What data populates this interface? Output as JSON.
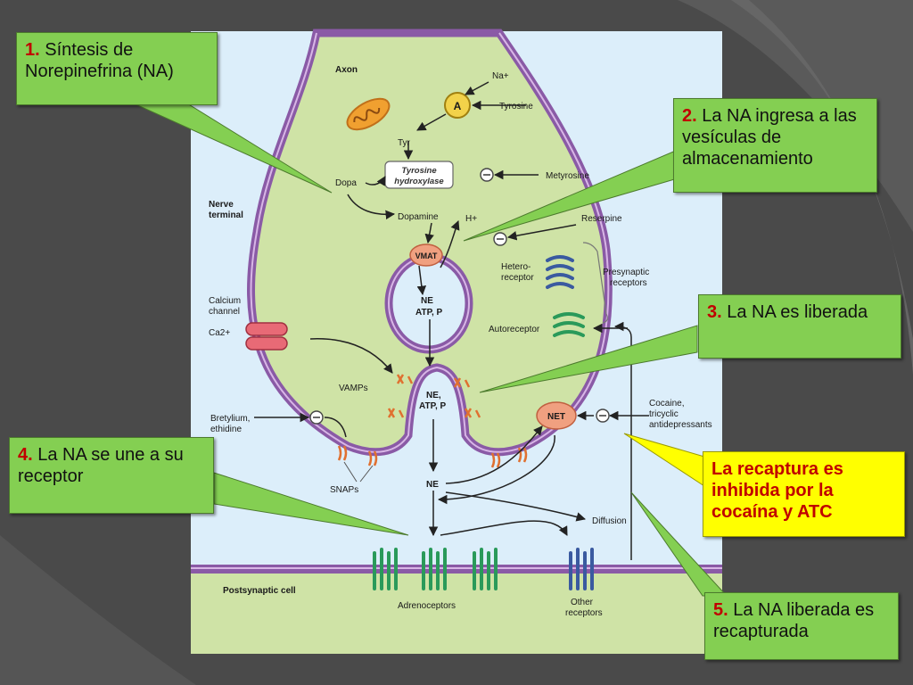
{
  "callouts": [
    {
      "num": "1.",
      "text": "Síntesis de Norepinefrina (NA)"
    },
    {
      "num": "2.",
      "text": "La NA ingresa a las vesículas de almacenamiento"
    },
    {
      "num": "3.",
      "text": "La NA es liberada"
    },
    {
      "num": "4.",
      "text": "La NA se une a su receptor"
    },
    {
      "num": "",
      "text": "La recaptura es inhibida por la cocaína y ATC"
    },
    {
      "num": "5.",
      "text": "La NA liberada es recapturada"
    }
  ],
  "labels": {
    "axon": "Axon",
    "na_plus": "Na+",
    "a": "A",
    "tyrosine": "Tyrosine",
    "tyr": "Tyr",
    "tyrosine_hydroxylase_1": "Tyrosine",
    "tyrosine_hydroxylase_2": "hydroxylase",
    "metyrosine": "Metyrosine",
    "dopa": "Dopa",
    "nerve_terminal_1": "Nerve",
    "nerve_terminal_2": "terminal",
    "dopamine": "Dopamine",
    "h_plus": "H+",
    "reserpine": "Reserpine",
    "vmat": "VMAT",
    "hetero_receptor_1": "Hetero-",
    "hetero_receptor_2": "receptor",
    "presynaptic_1": "Presynaptic",
    "presynaptic_2": "receptors",
    "vesicle_content_1": "NE",
    "vesicle_content_2": "ATP, P",
    "calcium_channel_1": "Calcium",
    "calcium_channel_2": "channel",
    "ca": "Ca2+",
    "autoreceptor": "Autoreceptor",
    "vamps": "VAMPs",
    "fused_1": "NE,",
    "fused_2": "ATP, P",
    "cocaine_1": "Cocaine,",
    "cocaine_2": "tricyclic",
    "cocaine_3": "antidepressants",
    "net": "NET",
    "bretylium_1": "Bretylium,",
    "bretylium_2": "ethidine",
    "snaps": "SNAPs",
    "ne": "NE",
    "diffusion": "Diffusion",
    "postsynaptic": "Postsynaptic cell",
    "adrenoceptors": "Adrenoceptors",
    "other_1": "Other",
    "other_2": "receptors"
  },
  "colors": {
    "background": "#4a4a4a",
    "panel": "#dceefa",
    "cytoplasm": "#cfe3a6",
    "membrane": "#8a5aa6",
    "callout_green": "#84cf52",
    "callout_yellow": "#ffff00",
    "accent_red": "#c00000"
  }
}
